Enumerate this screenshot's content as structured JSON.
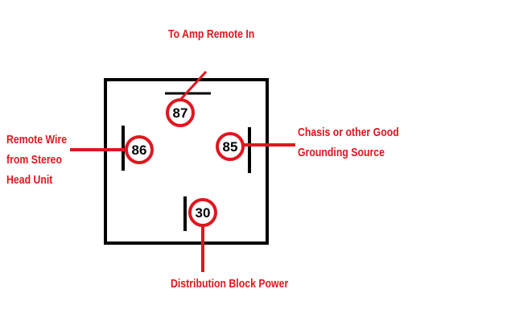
{
  "colors": {
    "wire": "#e0161e",
    "outline": "#000000",
    "background": "#ffffff"
  },
  "pins": [
    {
      "id": "87",
      "label": "87"
    },
    {
      "id": "86",
      "label": "86"
    },
    {
      "id": "85",
      "label": "85"
    },
    {
      "id": "30",
      "label": "30"
    }
  ],
  "labels": {
    "amp_remote": "To Amp Remote In",
    "remote_wire": [
      "Remote Wire",
      "from Stereo",
      "Head Unit"
    ],
    "ground": [
      "Chasis or other Good",
      "Grounding Source"
    ],
    "power": "Distribution Block Power"
  }
}
